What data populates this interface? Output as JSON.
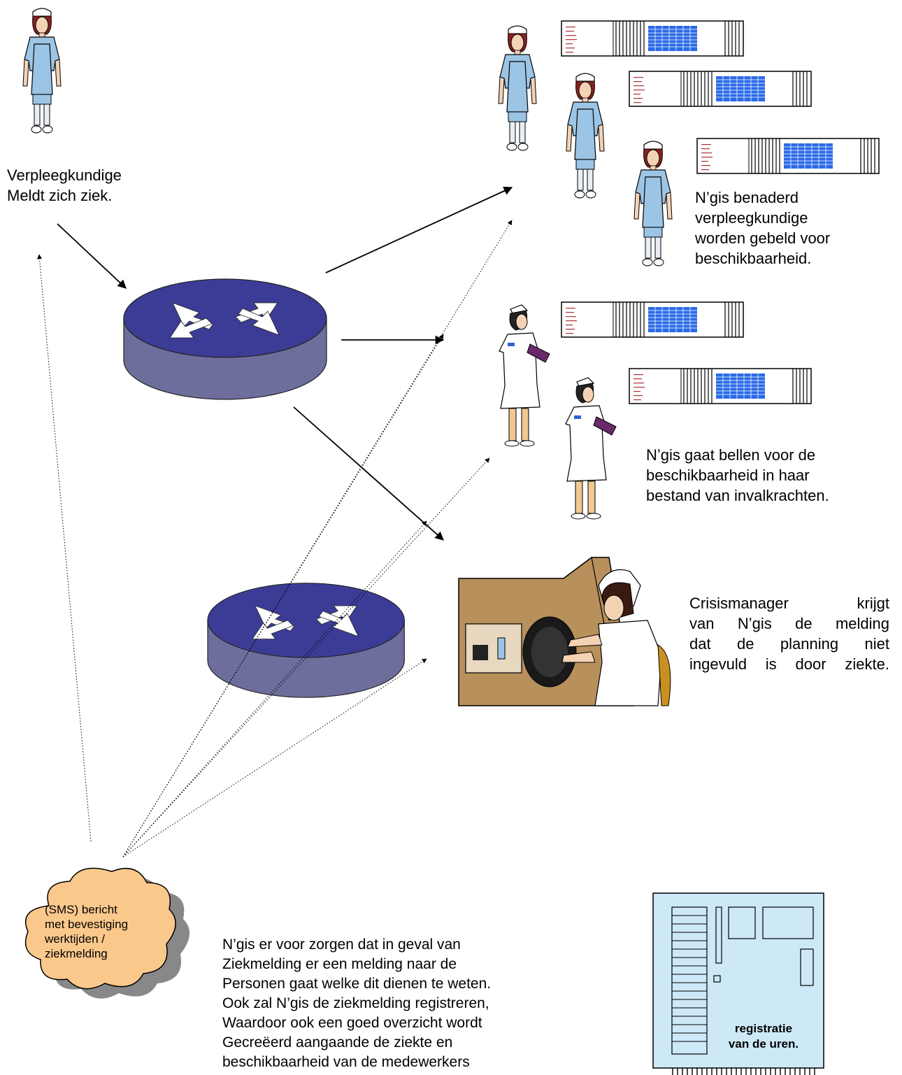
{
  "colors": {
    "router_top": "#3c3c96",
    "router_side": "#6e6e9c",
    "grid_fill": "#2a6ae8",
    "board_fill": "#cde9f8",
    "scrub_blue": "#9cc4e4",
    "cloud_fill": "#fbc88c",
    "tag_red": "#b03030"
  },
  "icons": [
    "nurse-sick-icon",
    "nurse-available-icon",
    "nurse-clipboard-icon",
    "crisis-manager-icon",
    "router-icon",
    "schedule-card-icon",
    "sms-cloud-icon",
    "registration-board-icon"
  ],
  "texts": {
    "sick_report": [
      "Verpleegkundige",
      "Meldt zich ziek."
    ],
    "approach": [
      "N’gis benaderd",
      "verpleegkundige",
      "worden gebeld voor",
      "beschikbaarheid."
    ],
    "call_pool": [
      "N’gis gaat bellen voor de",
      "beschikbaarheid in haar",
      "bestand van invalkrachten."
    ],
    "crisis": [
      "Crisismanager krijgt",
      "van N’gis de melding",
      "dat de planning niet",
      "ingevuld is door ziekte."
    ],
    "sms_cloud": [
      "(SMS) bericht",
      "met bevestiging",
      "werktijden /",
      "ziekmelding"
    ],
    "bottom_note": [
      "N’gis er voor zorgen dat in geval van",
      "Ziekmelding er een melding naar de",
      "Personen gaat welke dit dienen te weten.",
      "Ook zal N’gis de ziekmelding registreren,",
      "Waardoor ook een goed overzicht wordt",
      "Gecreëerd aangaande de ziekte en",
      "beschikbaarheid van de medewerkers"
    ],
    "registration": [
      "registratie",
      "van de uren."
    ]
  }
}
